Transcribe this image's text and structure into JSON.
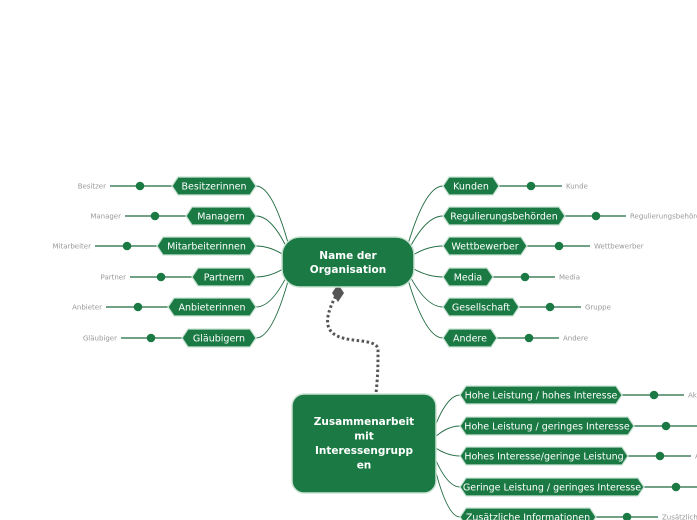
{
  "colors": {
    "node_fill": "#1b7a44",
    "node_stroke": "#c9e3d3",
    "line": "#1f6a3f",
    "leaf_text": "#999999",
    "connector": "#555555"
  },
  "central_topic": {
    "lines": [
      "Name der",
      "Organisation"
    ]
  },
  "secondary_topic": {
    "lines": [
      "Zusammenarbeit",
      "mit",
      "Interessengrupp",
      "en"
    ]
  },
  "left_branches": [
    {
      "label": "Besitzerinnen",
      "leaf": "Besitzer"
    },
    {
      "label": "Managern",
      "leaf": "Manager"
    },
    {
      "label": "Mitarbeiterinnen",
      "leaf": "Mitarbeiter"
    },
    {
      "label": "Partnern",
      "leaf": "Partner"
    },
    {
      "label": "Anbieterinnen",
      "leaf": "Anbieter"
    },
    {
      "label": "Gläubigern",
      "leaf": "Gläubiger"
    }
  ],
  "right_branches": [
    {
      "label": "Kunden",
      "leaf": "Kunde"
    },
    {
      "label": "Regulierungsbehörden",
      "leaf": "Regulierungsbehörde"
    },
    {
      "label": "Wettbewerber",
      "leaf": "Wettbewerber"
    },
    {
      "label": "Media",
      "leaf": "Media"
    },
    {
      "label": "Gesellschaft",
      "leaf": "Gruppe"
    },
    {
      "label": "Andere",
      "leaf": "Andere"
    }
  ],
  "collab_branches": [
    {
      "label": "Hohe Leistung / hohes Interesse",
      "leaf": "Ak"
    },
    {
      "label": "Hohe Leistung / geringes Interesse",
      "leaf": ""
    },
    {
      "label": "Hohes Interesse/geringe Leistung",
      "leaf": "A"
    },
    {
      "label": "Geringe Leistung / geringes Interesse",
      "leaf": ""
    },
    {
      "label": "Zusätzliche Informationen",
      "leaf": "Zusätzlich"
    }
  ]
}
